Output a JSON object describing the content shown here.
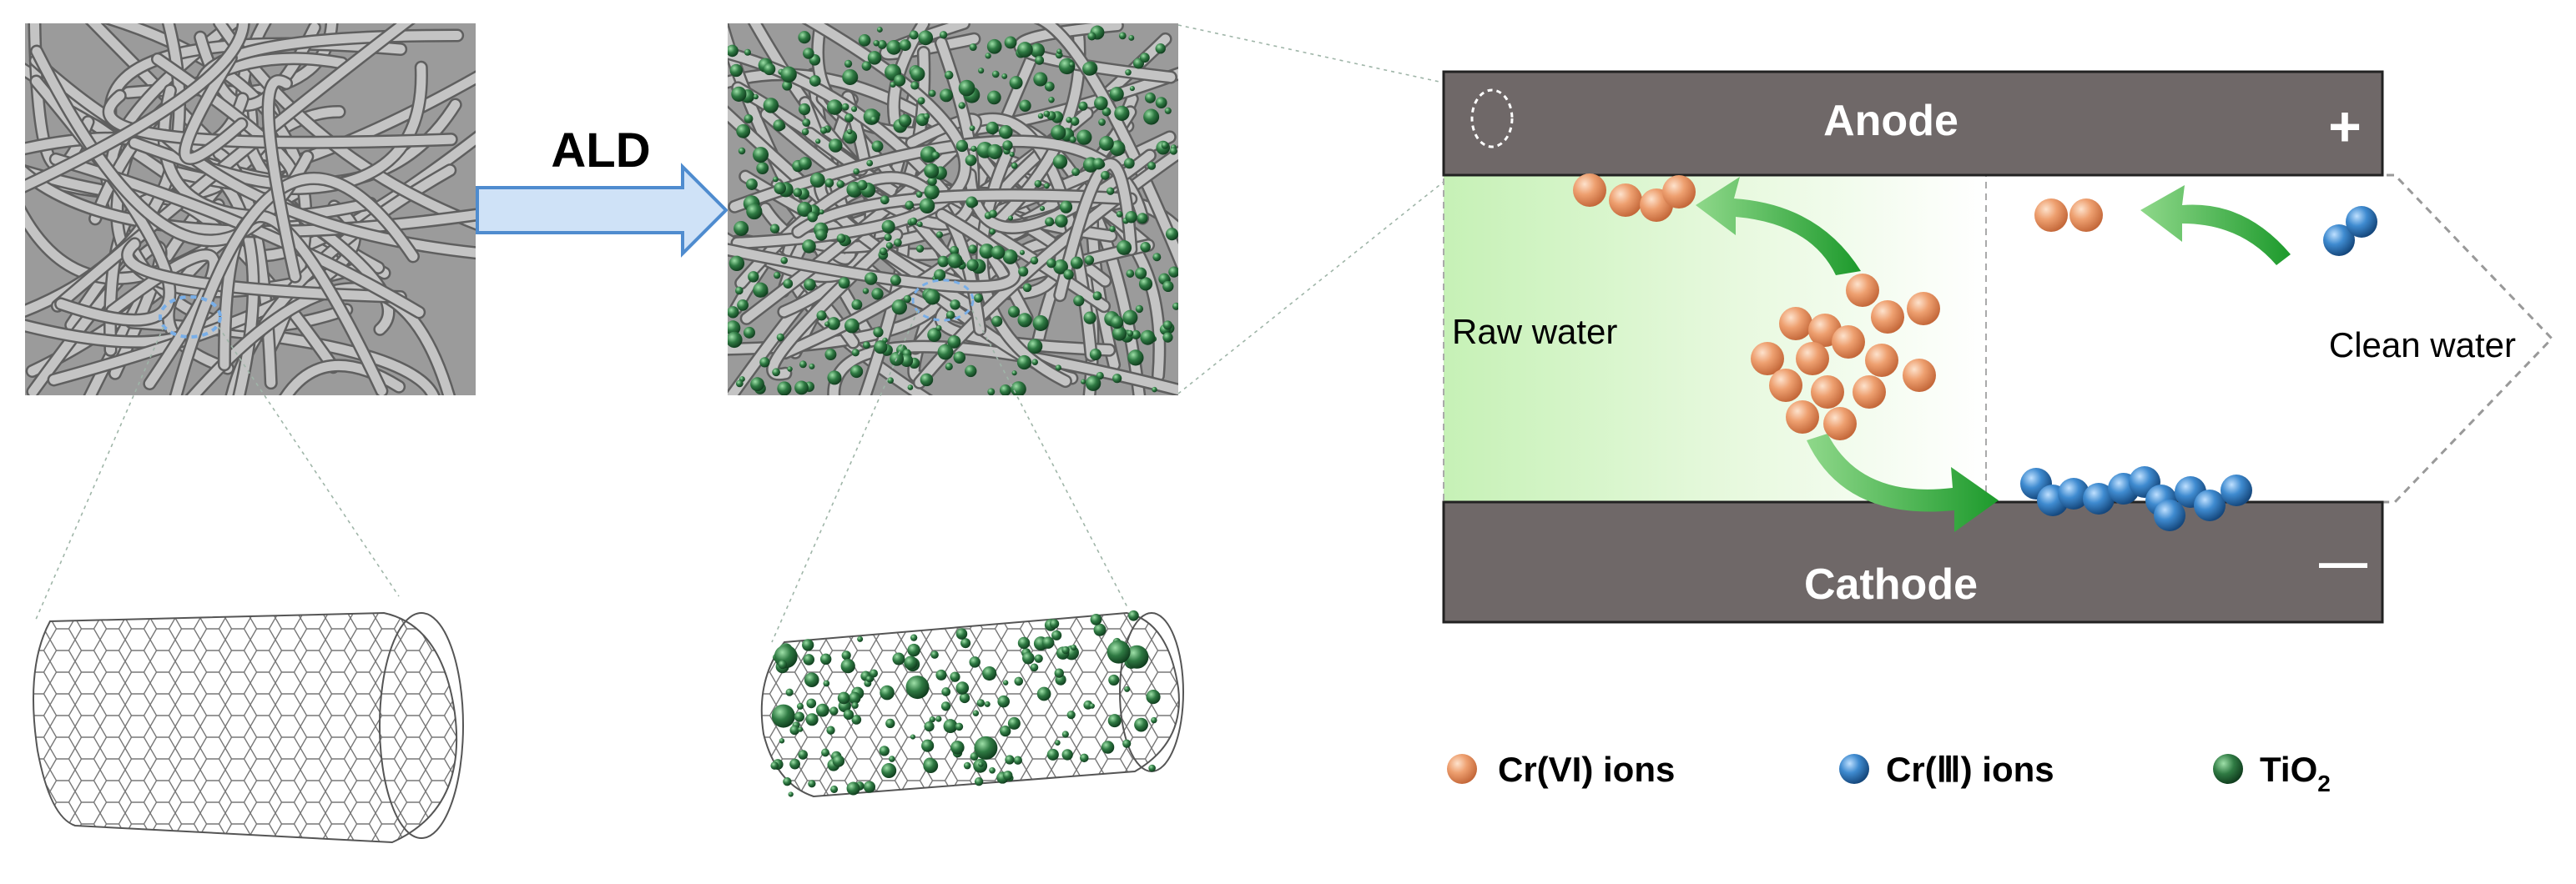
{
  "process_label": "ALD",
  "cell": {
    "anode_label": "Anode",
    "cathode_label": "Cathode",
    "plus_sign": "+",
    "minus_sign": "—",
    "inlet_label": "Raw water",
    "outlet_label": "Clean water"
  },
  "legend": {
    "items": [
      {
        "label": "Cr(VI) ions",
        "color": "#e8996a",
        "icon": "orange-sphere-icon"
      },
      {
        "label": "Cr(Ⅲ) ions",
        "color": "#3f86c8",
        "icon": "blue-sphere-icon"
      },
      {
        "label_main": "TiO",
        "label_sub": "2",
        "color": "#2f7a43",
        "icon": "green-sphere-icon"
      }
    ]
  },
  "colors": {
    "electrode": "#6f6868",
    "fiber": "#8f8f8f",
    "water_left": "#c9f3b9",
    "arrow_green": "#2eab3a",
    "ald_arrow": "#cfe2f7",
    "ald_arrow_stroke": "#4f8ccf"
  }
}
